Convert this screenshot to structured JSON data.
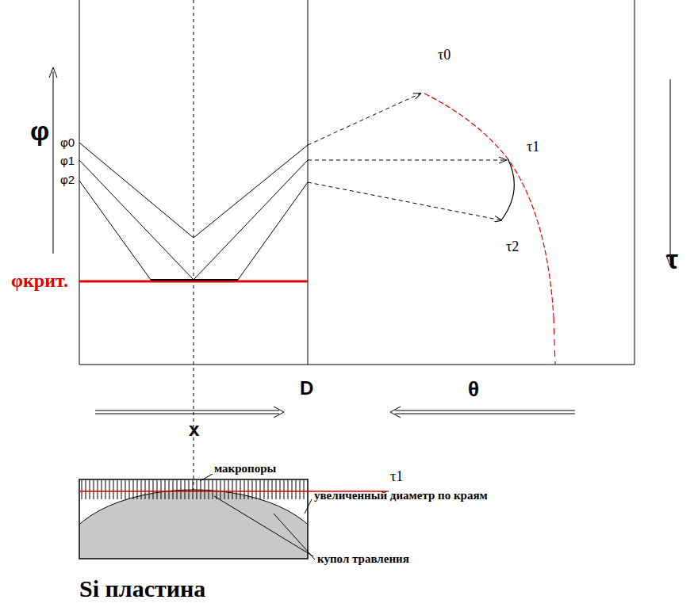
{
  "diagram": {
    "labels": [
      "φ",
      "φ0",
      "φ1",
      "φ2",
      "φкрит.",
      "τ0",
      "τ1",
      "τ2",
      "τ",
      "D",
      "x",
      "θ",
      "макропоры",
      "τ1",
      "увеличенный диаметр по краям",
      "купол травления",
      "Si пластина"
    ]
  }
}
